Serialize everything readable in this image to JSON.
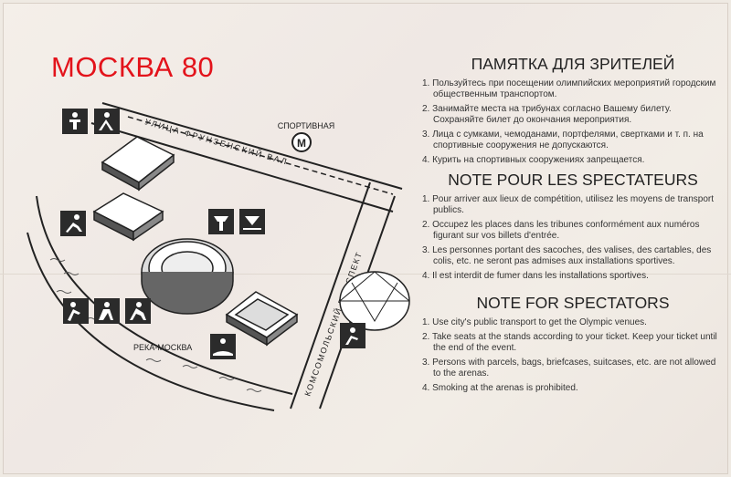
{
  "title": "МОСКВА 80",
  "map": {
    "metro_station": "СПОРТИВНАЯ",
    "metro_symbol": "М",
    "street_1": "УЛИЦА ФРУНЗЕНСКИЙ ВАЛ",
    "street_2": "КОМСОМОЛЬСКИЙ ПРОСПЕКТ",
    "river": "РЕКА-МОСКВА"
  },
  "sections": [
    {
      "heading": "ПАМЯТКА ДЛЯ ЗРИТЕЛЕЙ",
      "items": [
        "1. Пользуйтесь при посещении олимпийских мероприятий городским общественным транспортом.",
        "2. Занимайте места на трибунах согласно Вашему билету. Сохраняйте билет до окончания мероприятия.",
        "3. Лица с сумками, чемоданами, портфелями, свертками и т. п. на спортивные сооружения не допускаются.",
        "4. Курить на спортивных сооружениях запрещается."
      ]
    },
    {
      "heading": "NOTE POUR LES SPECTATEURS",
      "items": [
        "1. Pour arriver aux lieux de compétition, utilisez les moyens de transport publics.",
        "2. Occupez les places dans les tribunes conformément aux numéros figurant sur vos billets d'entrée.",
        "3. Les personnes portant des sacoches, des valises, des cartables, des colis, etc. ne seront pas admises aux installations sportives.",
        "4. Il est interdit de fumer dans les installations sportives."
      ]
    },
    {
      "heading": "NOTE FOR SPECTATORS",
      "items": [
        "1. Use city's public transport to get the Olympic venues.",
        "2. Take seats at the stands according to your ticket. Keep your ticket until the end of the event.",
        "3. Persons with parcels, bags, briefcases, suitcases, etc. are not allowed to the arenas.",
        "4. Smoking at the arenas is prohibited."
      ]
    }
  ],
  "colors": {
    "title": "#e3131b",
    "ink": "#222222",
    "paper": "#f2ede6"
  }
}
